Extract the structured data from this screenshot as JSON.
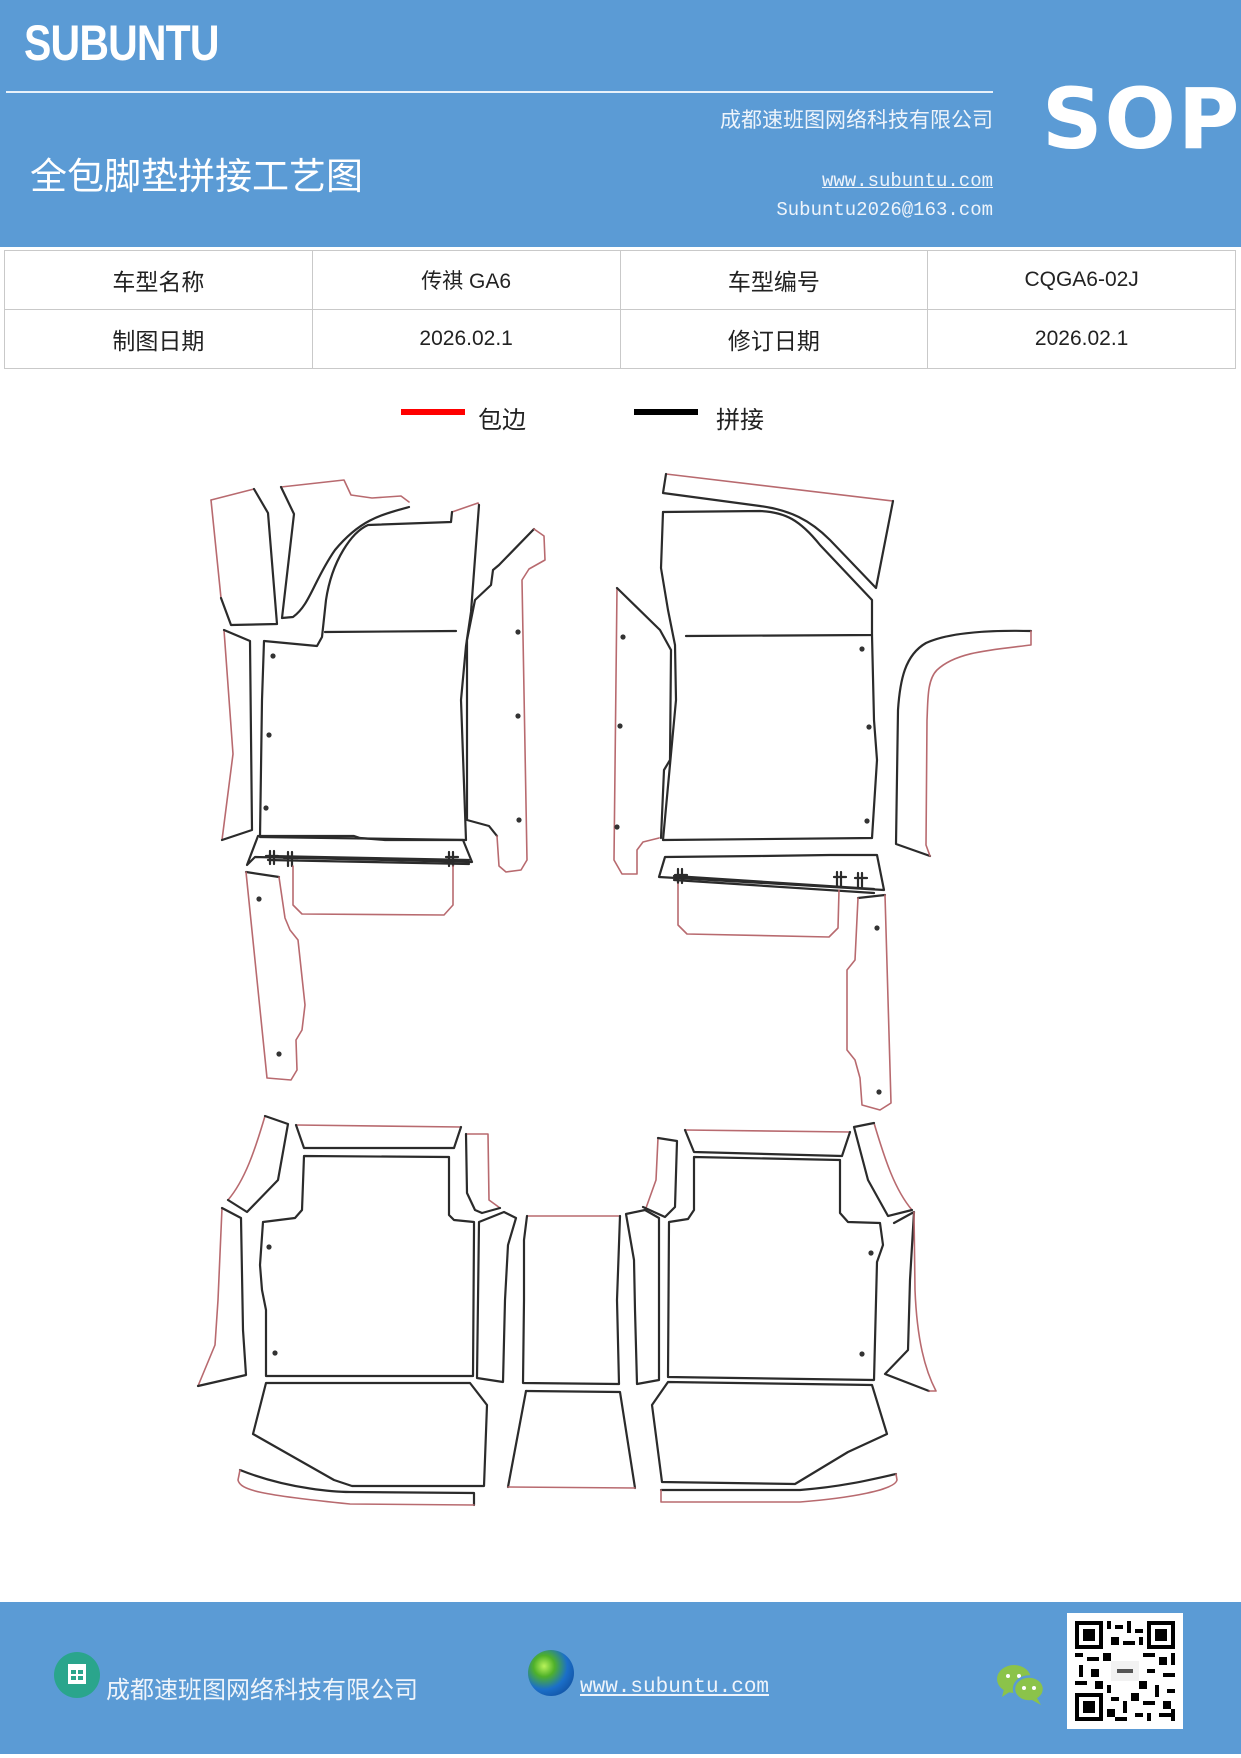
{
  "header": {
    "brand": "SUBUNTU",
    "company": "成都速班图网络科技有限公司",
    "doc_title": "全包脚垫拼接工艺图",
    "website": "www.subuntu.com",
    "email": "Subuntu2026@163.com",
    "badge": "SOP",
    "background_color": "#5b9bd5"
  },
  "info_table": {
    "rows": [
      [
        {
          "label": "车型名称"
        },
        {
          "value": "传祺 GA6"
        },
        {
          "label": "车型编号"
        },
        {
          "value": "CQGA6-02J"
        }
      ],
      [
        {
          "label": "制图日期"
        },
        {
          "value": "2026.02.1"
        },
        {
          "label": "修订日期"
        },
        {
          "value": "2026.02.1"
        }
      ]
    ]
  },
  "legend": {
    "items": [
      {
        "label": "包边",
        "color": "#ff0000"
      },
      {
        "label": "拼接",
        "color": "#000000"
      }
    ]
  },
  "diagram": {
    "description": "Floor mat pattern pieces: front-left, front-right, rear-left, rear-center, rear-right sets",
    "edge_color_wrap": "#b86a6f",
    "edge_color_splice": "#2b2b2b"
  },
  "footer": {
    "company": "成都速班图网络科技有限公司",
    "website": "www.subuntu.com",
    "icons": [
      "building-icon",
      "globe-icon",
      "wechat-icon",
      "qr-code"
    ]
  }
}
